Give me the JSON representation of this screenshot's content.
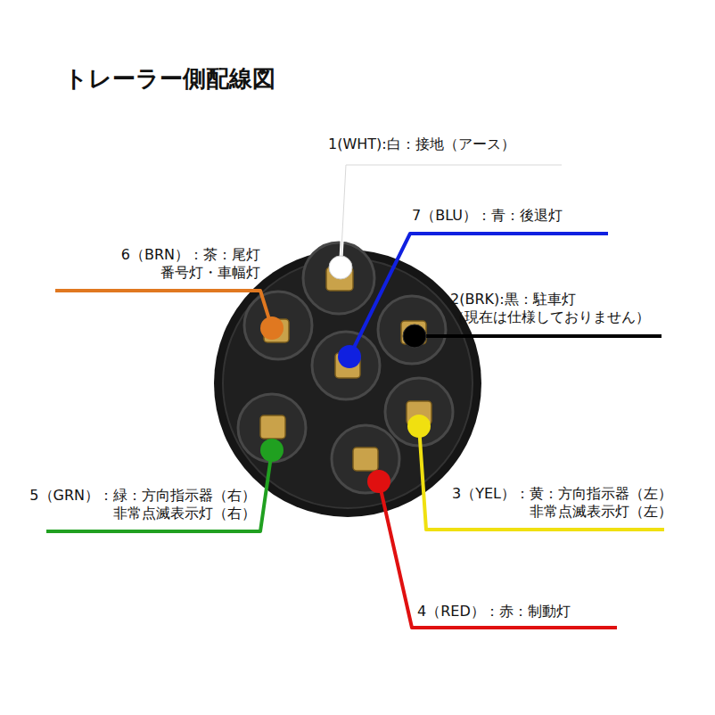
{
  "diagram": {
    "title": "トレーラー側配線図",
    "labels": [
      "1(WHT):白：接地（アース）",
      "7（BLU）：青：後退灯",
      "6（BRN）：茶：尾灯 番号灯・車幅灯",
      "2(BRK):黒：駐車灯 （現在は仕様しておりません）",
      "5（GRN）：緑：方向指示器（右） 非常点滅表示灯（右）",
      "3（YEL）：黄：方向指示器（左） 非常点滅表示灯（左）",
      "4（RED）：赤：制動灯"
    ]
  }
}
